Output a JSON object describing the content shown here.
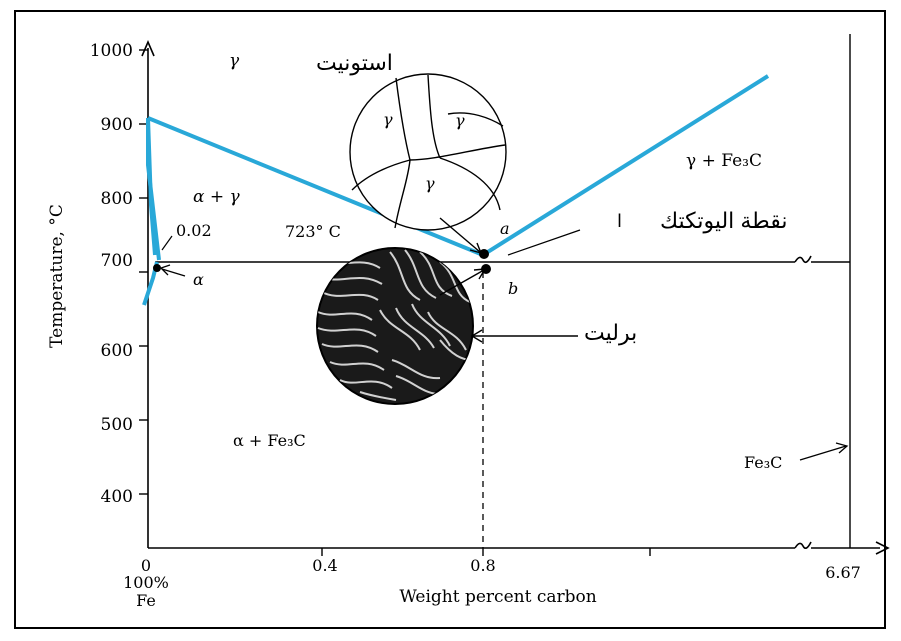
{
  "diagram": {
    "ylabel": "Temperature, °C",
    "xlabel": "Weight percent carbon",
    "y_ticks": [
      "1000",
      "900",
      "800",
      "700",
      "600",
      "500",
      "400"
    ],
    "x_ticks": [
      "0",
      "0.4",
      "0.8",
      "6.67"
    ],
    "x_origin_sub1": "100%",
    "x_origin_sub2": "Fe",
    "temp_label": "723° C",
    "label_002": "0.02",
    "region_gamma": "γ",
    "region_alpha_gamma": "α + γ",
    "region_gamma_fe3c": "γ + Fe₃C",
    "region_alpha_fe3c": "α + Fe₃C",
    "label_fe3c": "Fe₃C",
    "point_alpha": "α",
    "point_a": "a",
    "point_b": "b",
    "micro_grain": "γ",
    "arabic_austenite": "استونيت",
    "arabic_eutectoid": "نقطة اليوتكتك",
    "arabic_pearlite": "برليت",
    "mark_one": "ا"
  },
  "colors": {
    "phase_line": "#29a8d8",
    "axis": "#000000"
  }
}
